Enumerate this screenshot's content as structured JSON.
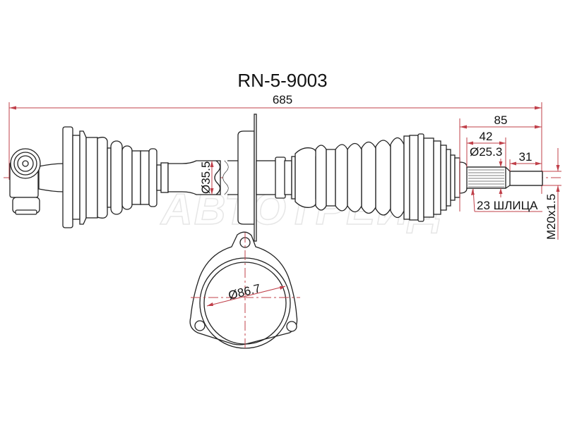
{
  "title": "RN-5-9003",
  "watermark": "АВТОТРЕЙД",
  "dimensions": {
    "overall_length": "685",
    "outer_shaft_length": "85",
    "spline_length": "42",
    "spline_diameter": "Ø25.3",
    "thread_length": "31",
    "spline_count": "23 ШЛИЦА",
    "thread": "M20x1.5",
    "shaft_diameter": "Ø35.5",
    "flange_diameter": "Ø86.7"
  },
  "colors": {
    "dimension_line": "#c0404a",
    "outline": "#222222",
    "watermark": "#e6e6e6"
  }
}
